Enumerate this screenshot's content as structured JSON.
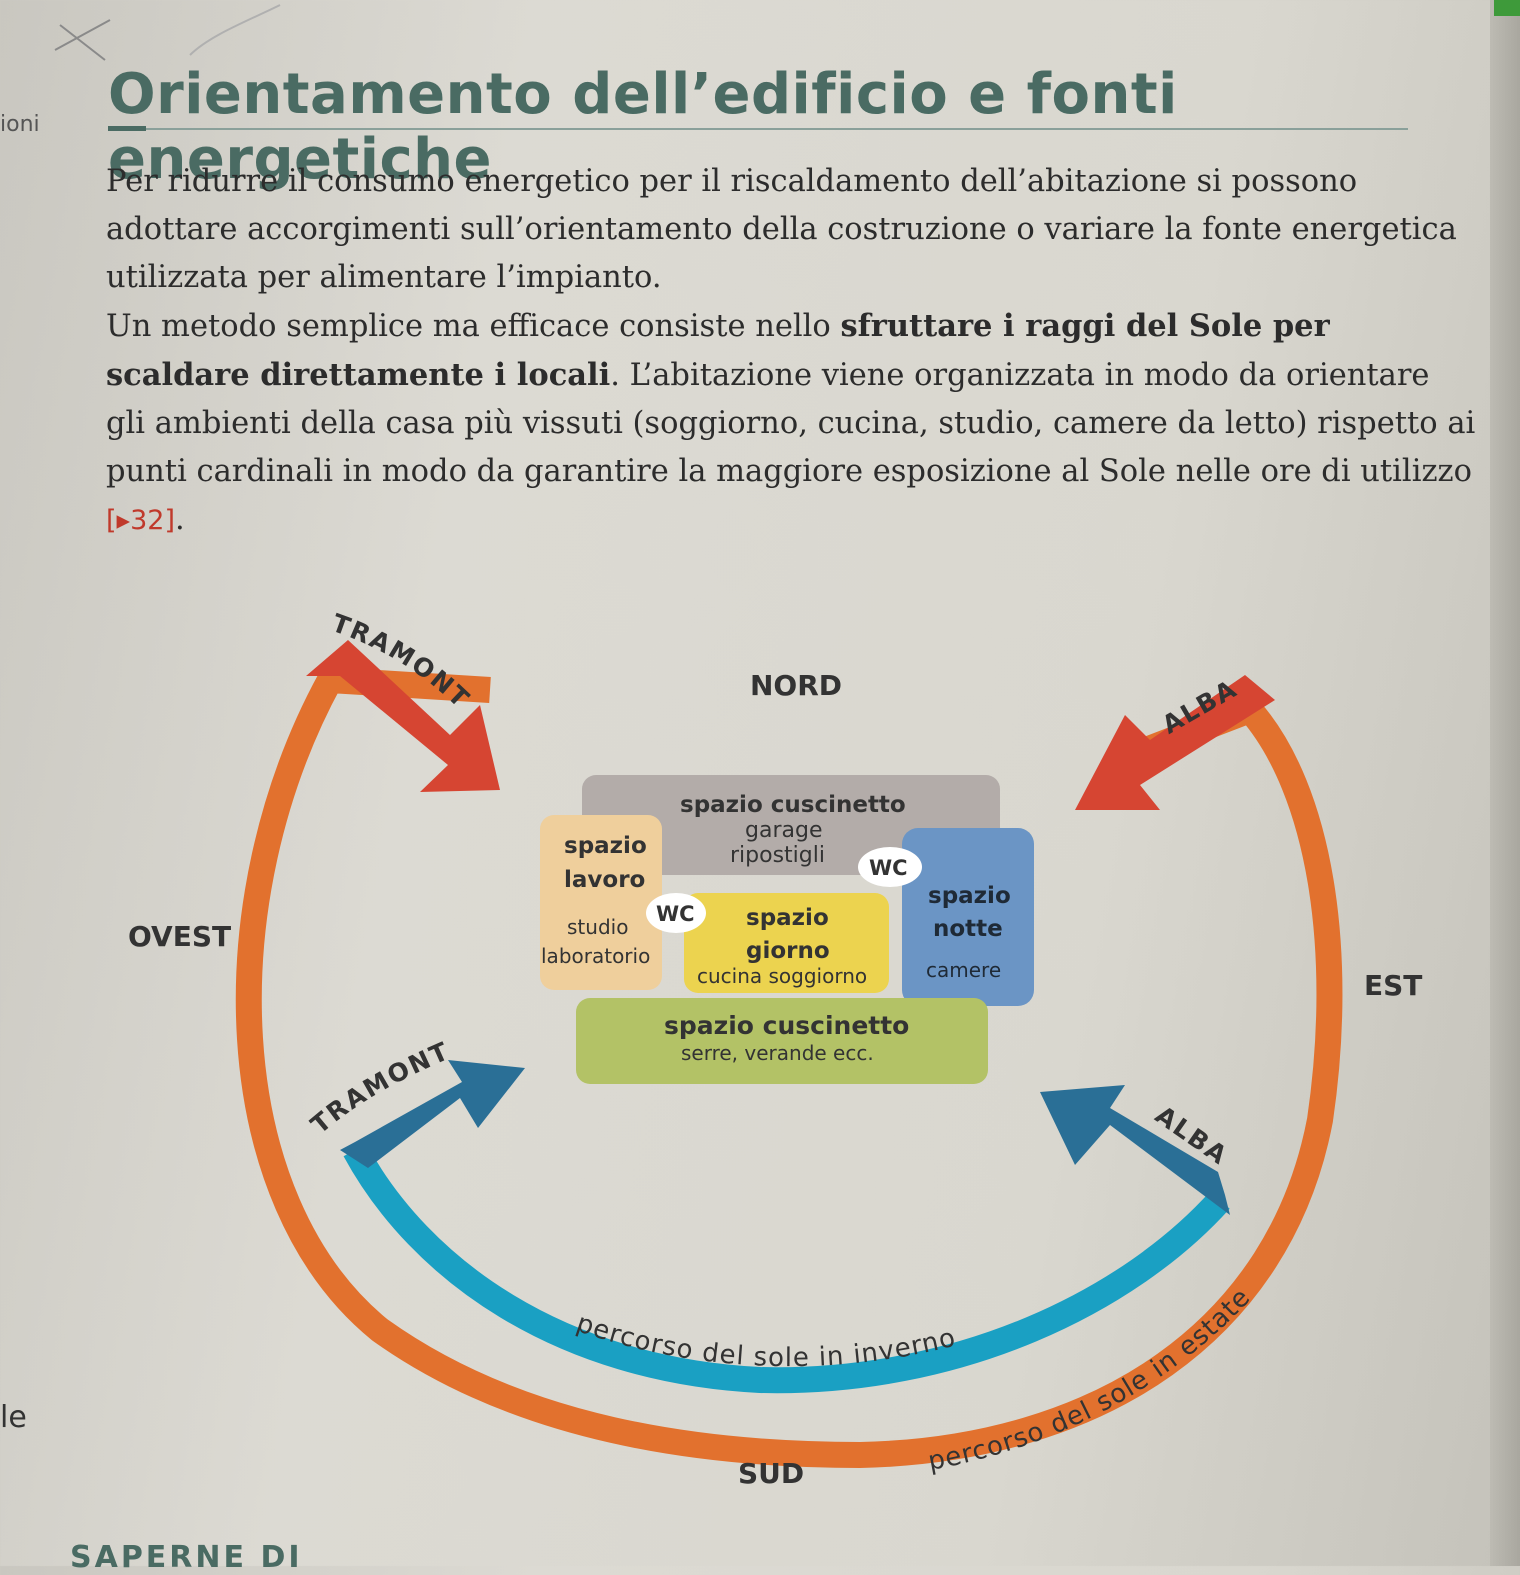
{
  "margin": {
    "top_word": "ioni",
    "bottom_word": "le"
  },
  "title": "Orientamento dell’edificio e fonti energetiche",
  "paragraph1": "Per ridurre il consumo energetico per il riscaldamento dell’abitazione si possono adottare accorgimenti sull’orientamento della costruzione o variare la fonte energetica utilizzata per alimentare l’impianto.",
  "paragraph2": {
    "bold": "Un metodo semplice ma efficace consiste nello",
    "bold_part": "sfruttare i raggi del Sole per scaldare direttamente i locali",
    "rest": ". L’abitazione viene organizzata in modo da orientare gli ambienti della casa più vissuti (soggiorno, cucina, studio, camere da letto) rispetto ai punti cardinali in modo da garantire la maggiore esposizione al Sole nelle ore di utilizzo ",
    "ref": "[▸32]",
    "end": "."
  },
  "diagram": {
    "directions": {
      "north": "NORD",
      "south": "SUD",
      "west": "OVEST",
      "east": "EST"
    },
    "summer_sunset": "TRAMONTO",
    "summer_sunrise": "ALBA",
    "winter_sunset": "TRAMONTO",
    "winter_sunrise": "ALBA",
    "winter_path": "percorso del sole in inverno",
    "summer_path": "percorso del sole in estate",
    "rooms": {
      "buffer_north_title": "spazio cuscinetto",
      "buffer_north_line1": "garage",
      "buffer_north_line2": "ripostigli",
      "work_title1": "spazio",
      "work_title2": "lavoro",
      "work_line1": "studio",
      "work_line2": "laboratorio",
      "wc_left": "WC",
      "wc_right": "WC",
      "day_title1": "spazio",
      "day_title2": "giorno",
      "day_line": "cucina soggiorno",
      "night_title1": "spazio",
      "night_title2": "notte",
      "night_line": "camere",
      "buffer_south_title": "spazio cuscinetto",
      "buffer_south_line": "serre, verande ecc."
    },
    "colors": {
      "summer": "#e2712e",
      "summer_arrow": "#d64532",
      "winter": "#1aa0c3",
      "winter_arrow": "#2a6f96",
      "buffer_north": "#b3aca9",
      "work": "#efcf9c",
      "day": "#ecd34f",
      "night": "#6b95c5",
      "buffer_south": "#b3c266",
      "wc": "#ffffff"
    }
  },
  "footer": "SAPERNE DI"
}
